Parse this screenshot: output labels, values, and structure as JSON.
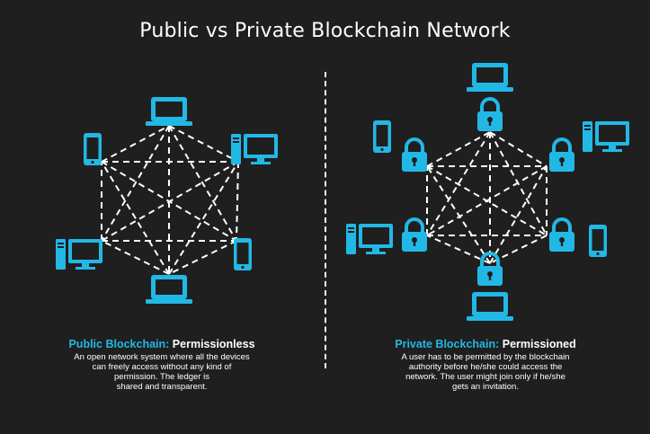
{
  "title": "Public vs Private Blockchain Network",
  "public": {
    "label_accent": "Public Blockchain:",
    "label_type": "Permissionless",
    "description": [
      "An open network system where all the devices",
      "can freely access without any kind of",
      "permission. The ledger is",
      "shared and transparent."
    ],
    "nodes": [
      "laptop-icon",
      "desktop-icon",
      "phone-icon",
      "laptop-icon",
      "desktop-icon",
      "phone-icon"
    ]
  },
  "private": {
    "label_accent": "Private Blockchain:",
    "label_type": "Permissioned",
    "description": [
      "A user has to be permitted by the blockchain",
      "authority before he/she could access the",
      "network. The user might join only if he/she",
      "gets an invitation."
    ],
    "nodes": [
      "laptop-icon",
      "desktop-icon",
      "phone-icon",
      "laptop-icon",
      "desktop-icon",
      "phone-icon"
    ],
    "gate_icon": "lock-icon"
  },
  "colors": {
    "background": "#1f1f1f",
    "accent": "#22b8e6",
    "line": "#ffffff"
  }
}
